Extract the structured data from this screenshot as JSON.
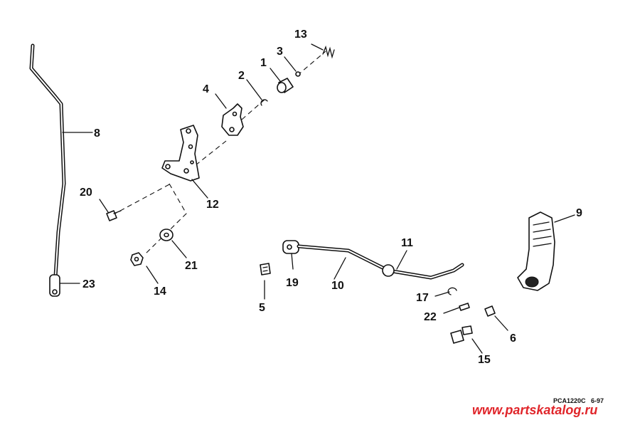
{
  "labels": {
    "l1": "1",
    "l2": "2",
    "l3": "3",
    "l4": "4",
    "l5": "5",
    "l6": "6",
    "l8": "8",
    "l9": "9",
    "l10": "10",
    "l11": "11",
    "l12": "12",
    "l13": "13",
    "l14": "14",
    "l15": "15",
    "l17": "17",
    "l19": "19",
    "l20": "20",
    "l21": "21",
    "l22": "22",
    "l23": "23"
  },
  "drawing_code": "PCA1220C   6-97",
  "watermark": "www.partskatalog.ru"
}
